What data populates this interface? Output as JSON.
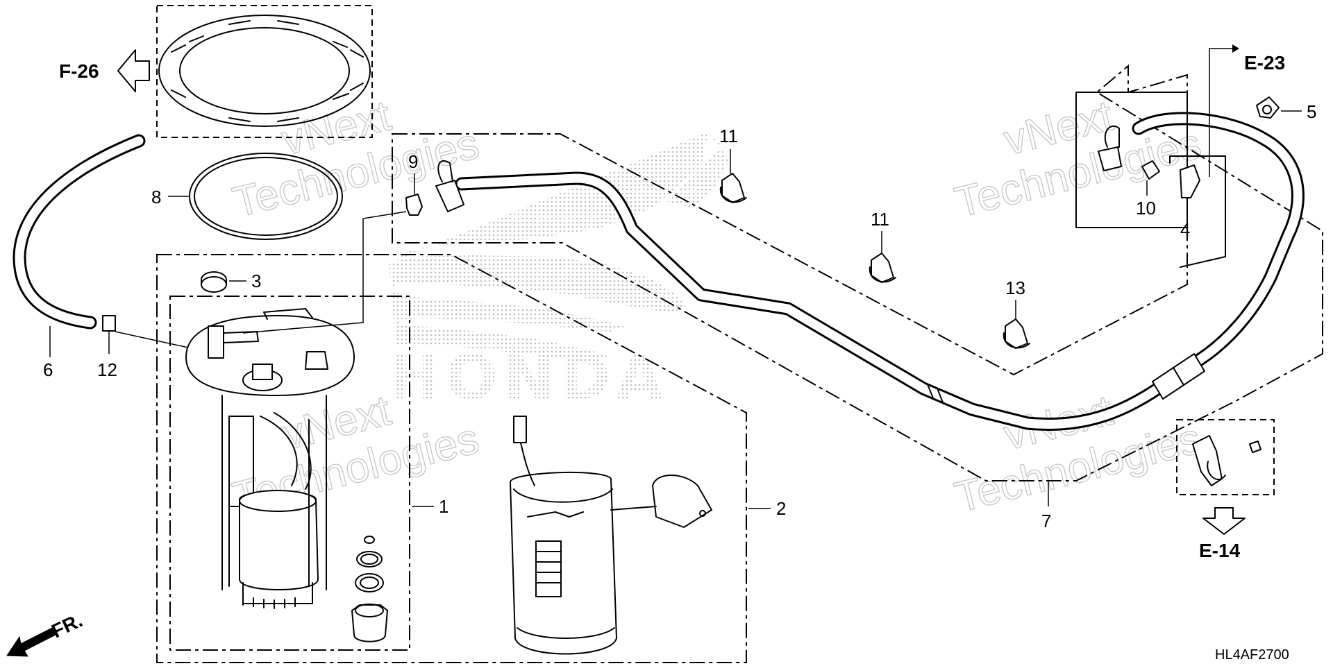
{
  "references": {
    "f26": "F-26",
    "e23": "E-23",
    "e14": "E-14"
  },
  "direction_label": "FR.",
  "diagram_code": "HL4AF2700",
  "callouts": [
    "1",
    "2",
    "3",
    "4",
    "5",
    "6",
    "7",
    "8",
    "9",
    "10",
    "11",
    "11",
    "12",
    "13"
  ],
  "watermark": {
    "line1": "vNext",
    "line2": "Technologies"
  },
  "logo_text": "HONDA",
  "colors": {
    "line": "#000000",
    "background": "#ffffff",
    "watermark": "#c8c8c8",
    "logo_dots": "#b8b8b8"
  }
}
